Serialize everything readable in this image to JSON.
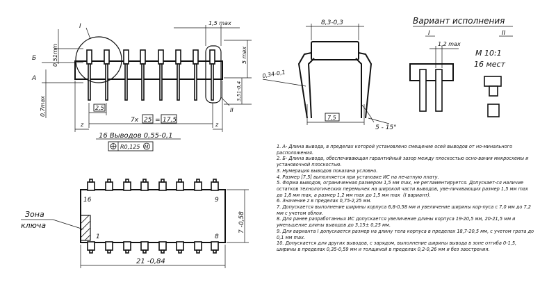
{
  "top_view": {
    "label_I": "I",
    "label_II": "II",
    "label_B": "Б",
    "label_A": "А",
    "dim_max": "1,5 max",
    "dim_051": "0,51min",
    "dim_07": "0,7max",
    "dim_5max": "5 max",
    "dim_351": "3,51-0,4",
    "dim_25": "2,5",
    "dim_pitch_prefix": "7x",
    "dim_pitch_box": "25",
    "dim_pitch_eq": "=",
    "dim_pitch_total": "17,5",
    "z_left": "z",
    "z_right": "z",
    "pins_label": "16 Выводов 0,55-0,1",
    "tolerance_r": "R0,125",
    "tolerance_m": "M"
  },
  "side_view": {
    "dim_width": "8,3-0,3",
    "dim_034": "0,34-0,1",
    "dim_75": "7,5",
    "dim_angle": "5 - 15°"
  },
  "variants": {
    "title": "Вариант исполнения",
    "label_I": "I",
    "label_II": "II",
    "dim_12": "1,2 max",
    "scale": "М 10:1",
    "places": "16 мест"
  },
  "bottom_view": {
    "pin16": "16",
    "pin9": "9",
    "pin1": "1",
    "pin8": "8",
    "zone_label_1": "Зона",
    "zone_label_2": "ключа",
    "dim_length": "21 -0,84",
    "dim_height": "7 -0,58"
  },
  "notes": [
    "1. А- Длина вывода, в пределах которой установлено смещение осей выводов от но-минального расположения.",
    "2. Б- Длина вывода, обеспечивающая гарантийный зазор между плоскостью осно-вания микросхемы и установочной плоскостью.",
    "3. Нумерация выводов показана условно.",
    "4. Размер [7,5] выполняется при установке ИС на печатную плату.",
    "5. Форма выводов, ограниченная размером 1,5 мм max, не регламентируется. Допускает-ся наличие остатков технологических перемычек на широкой части выводов, уве-личивающих размер 1,5 мм max до 1,8 мм max, а размер 1,2 мм max до 1,5 мм max  (I вариант).",
    "6. Значение z в пределах 0,75-2,25 мм.",
    "7. Допускается выполнение ширины корпуса 6,8-0,58 мм и увеличение ширины кор-пуса с 7,0 мм до 7,2 мм с учетом облоя.",
    "8. Для ранее разработанных ИС допускается увеличение длины корпуса 19-20,5 мм, 20-21,5 мм и уменьшение длины выводов до 3,15± 0,25 мм.",
    "9. Для варианта I допускается размер на длину тела корпуса в пределах 18,7-20,5 мм, с учетом грата до 0,1 мм max.",
    "10. Допускается для других выводов, с зарядом, выполнение ширины вывода в зоне отгиба 0-1,5, ширины в пределах 0,35-0,59 мм и толщиной в пределах 0,2-0,26 мм и без заострения."
  ]
}
